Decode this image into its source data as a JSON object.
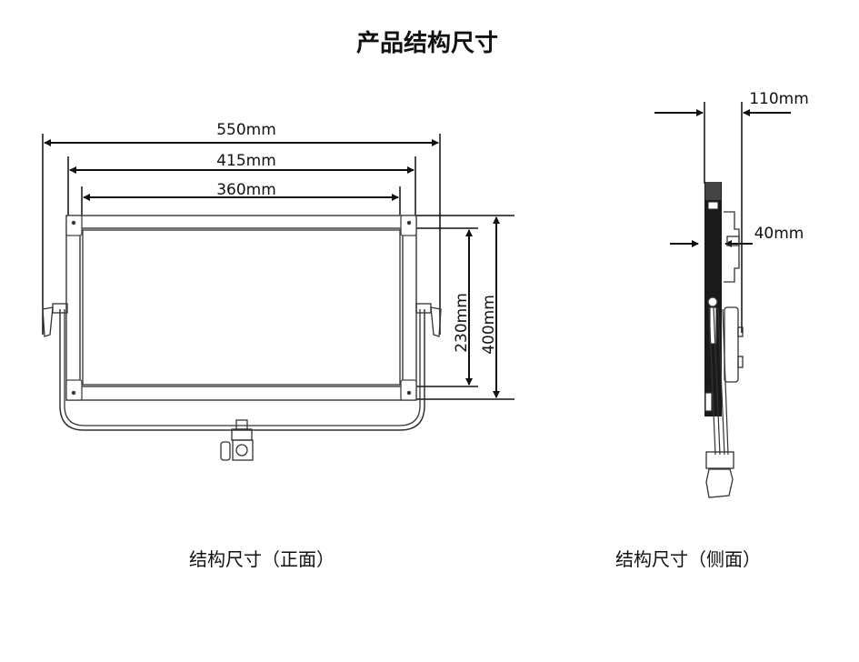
{
  "title": "产品结构尺寸",
  "front": {
    "caption": "结构尺寸（正面）",
    "dims": {
      "overall_width": "550mm",
      "frame_width": "415mm",
      "panel_width": "360mm",
      "panel_height": "230mm",
      "frame_height": "400mm"
    }
  },
  "side": {
    "caption": "结构尺寸（侧面）",
    "dims": {
      "overall_depth": "110mm",
      "panel_depth": "40mm"
    }
  },
  "colors": {
    "line": "#111111",
    "panel_dark": "#1a1a1a"
  }
}
